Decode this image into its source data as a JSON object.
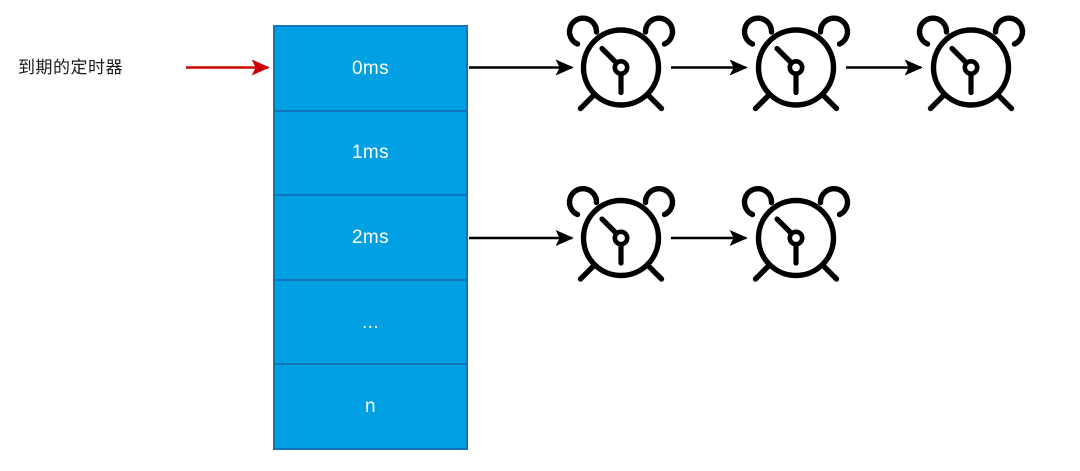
{
  "diagram": {
    "title": "expired-timer-list",
    "source_label": "到期的定时器",
    "colors": {
      "slot_fill": "#00a0e2",
      "slot_border": "#1274bd",
      "slot_text": "#ffffff",
      "red_arrow": "#cc0000",
      "black_arrow": "#000000",
      "label_text": "#1a1a1a",
      "background": "#ffffff"
    },
    "column": {
      "name": "timer-slot-column",
      "slots": [
        {
          "label": "0ms"
        },
        {
          "label": "1ms"
        },
        {
          "label": "2ms"
        },
        {
          "label": "..."
        },
        {
          "label": "n"
        }
      ]
    },
    "chains": [
      {
        "from_slot": "0ms",
        "icon": "alarm-clock-icon",
        "count": 3,
        "clocks": [
          {
            "name": "alarm-clock-row1-1"
          },
          {
            "name": "alarm-clock-row1-2"
          },
          {
            "name": "alarm-clock-row1-3"
          }
        ]
      },
      {
        "from_slot": "2ms",
        "icon": "alarm-clock-icon",
        "count": 2,
        "clocks": [
          {
            "name": "alarm-clock-row2-1"
          },
          {
            "name": "alarm-clock-row2-2"
          }
        ]
      }
    ],
    "arrows": {
      "pointer_label": "到期的定时器",
      "pointer_color": "#cc0000",
      "link_color": "#000000"
    }
  }
}
